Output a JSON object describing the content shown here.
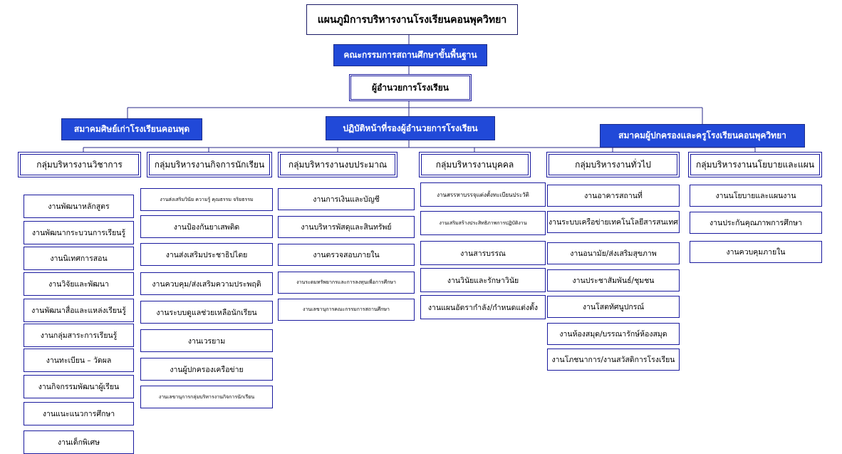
{
  "chart": {
    "title": "แผนภูมิการบริหารงานโรงเรียนคอนพุควิทยา",
    "board": "คณะกรรมการสถานศึกษาขั้นพื้นฐาน",
    "director": "ผู้อำนวยการโรงเรียน",
    "alumni": "สมาคมศิษย์เก่าโรงเรียนคอนพุด",
    "deputy": "ปฏิบัติหน้าที่รองผู้อำนวยการโรงเรียน",
    "parents": "สมาคมผู้ปกครองและครูโรงเรียนคอนพุควิทยา"
  },
  "groups": [
    {
      "name": "กลุ่มบริหารงานวิชาการ",
      "items": [
        "งานพัฒนาหลักสูตร",
        "งานพัฒนากระบวนการเรียนรู้",
        "งานนิเทศการสอน",
        "งานวิจัยและพัฒนา",
        "งานพัฒนาสื่อและแหล่งเรียนรู้",
        "งานกลุ่มสาระการเรียนรู้",
        "งานทะเบียน – วัดผล",
        "งานกิจกรรมพัฒนาผู้เรียน",
        "งานแนะแนวการศึกษา",
        "งานเด็กพิเศษ"
      ]
    },
    {
      "name": "กลุ่มบริหารงานกิจการนักเรียน",
      "items": [
        "งานส่งเสริมวินัย ความรู้ คุณธรรม จริยธรรม",
        "งานป้องกันยาเสพติด",
        "งานส่งเสริมประชาธิปไตย",
        "งานควบคุม/ส่งเสริมความประพฤติ",
        "งานระบบดูแลช่วยเหลือนักเรียน",
        "งานเวรยาม",
        "งานผู้ปกครองเครือข่าย",
        "งานเลขานุการกลุ่มบริหารงานกิจการนักเรียน"
      ]
    },
    {
      "name": "กลุ่มบริหารงานงบประมาณ",
      "items": [
        "งานการเงินและบัญชี",
        "งานบริหารพัสดุและสินทรัพย์",
        "งานตรวจสอบภายใน",
        "งานระดมทรัพยากรและการลงทุนเพื่อการศึกษา",
        "งานเลขานุการคณะกรรมการสถานศึกษา"
      ]
    },
    {
      "name": "กลุ่มบริหารงานบุคคล",
      "items": [
        "งานสรรหาบรรจุแต่งตั้งทะเบียนประวัติ",
        "งานเสริมสร้างประสิทธิภาพการปฏิบัติงาน",
        "งานสารบรรณ",
        "งานวินัยและรักษาวินัย",
        "งานแผนอัตรากำลัง/กำหนดแต่งตั้ง"
      ]
    },
    {
      "name": "กลุ่มบริหารงานทั่วไป",
      "items": [
        "งานอาคารสถานที่",
        "งานระบบเครือข่ายเทคโนโลยีสารสนเทศ",
        "งานอนามัย/ส่งเสริมสุขภาพ",
        "งานประชาสัมพันธ์/ชุมชน",
        "งานโสตทัศนูปกรณ์",
        "งานห้องสมุด/บรรณารักษ์ห้องสมุด",
        "งานโภชนาการ/งานสวัสดิการโรงเรียน"
      ]
    },
    {
      "name": "กลุ่มบริหารงานนโยบายและแผน",
      "items": [
        "งานนโยบายและแผนงาน",
        "งานประกันคุณภาพการศึกษา",
        "งานควบคุมภายใน"
      ]
    }
  ]
}
